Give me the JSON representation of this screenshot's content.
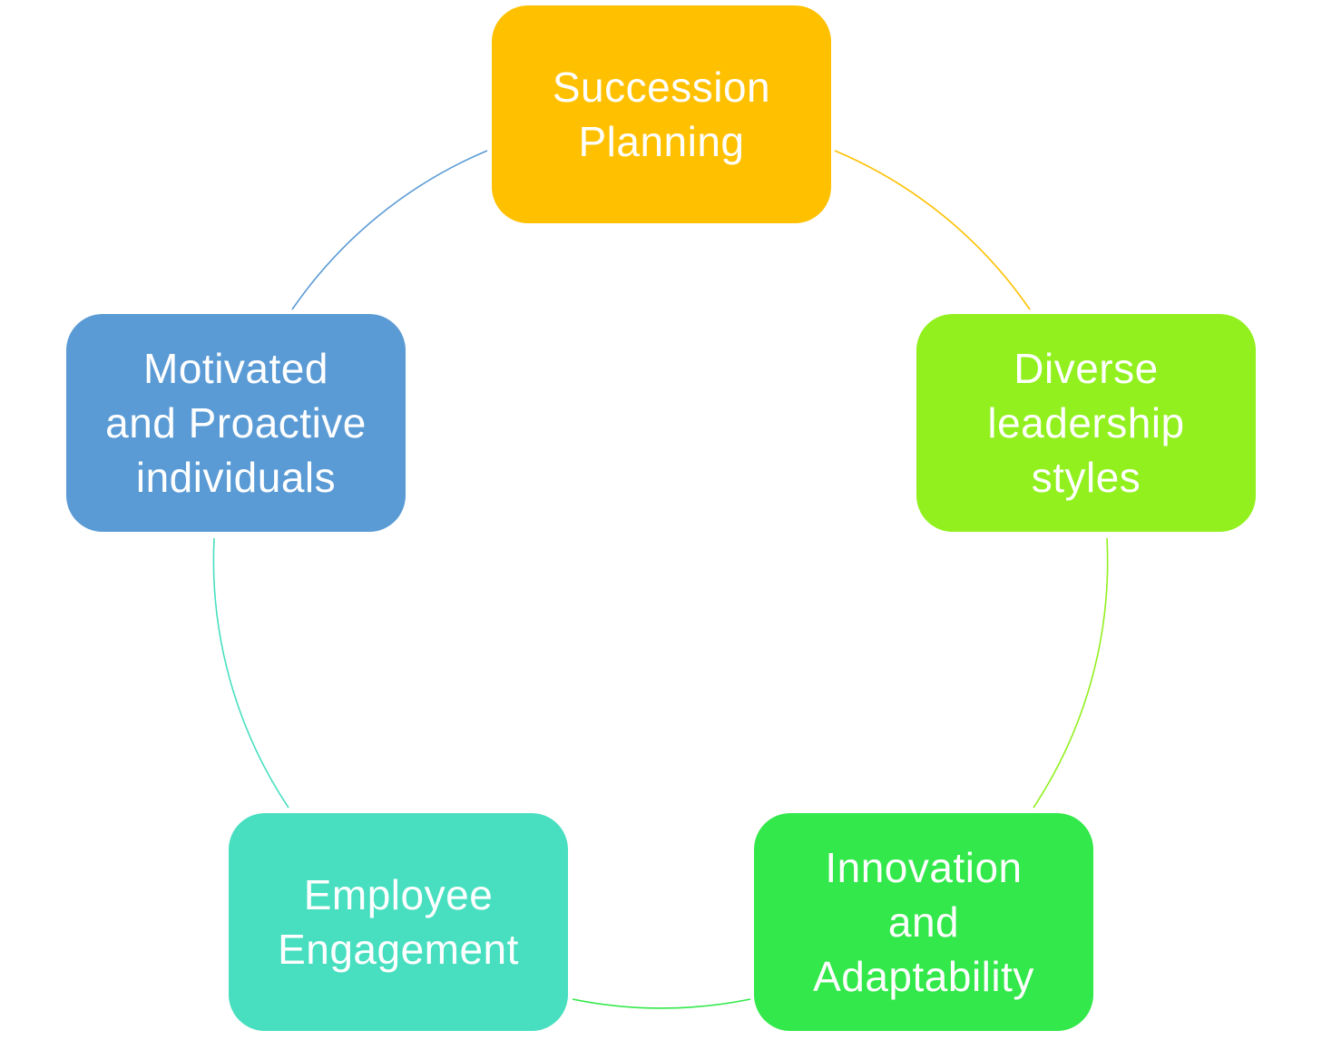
{
  "diagram": {
    "nodes": [
      {
        "label": "Succession\nPlanning",
        "color": "#FFC000"
      },
      {
        "label": "Diverse\nleadership\nstyles",
        "color": "#92F01E"
      },
      {
        "label": "Innovation\nand\nAdaptability",
        "color": "#32E84A"
      },
      {
        "label": "Employee\nEngagement",
        "color": "#48DFC0"
      },
      {
        "label": "Motivated\nand Proactive\nindividuals",
        "color": "#5B9BD5"
      }
    ]
  }
}
